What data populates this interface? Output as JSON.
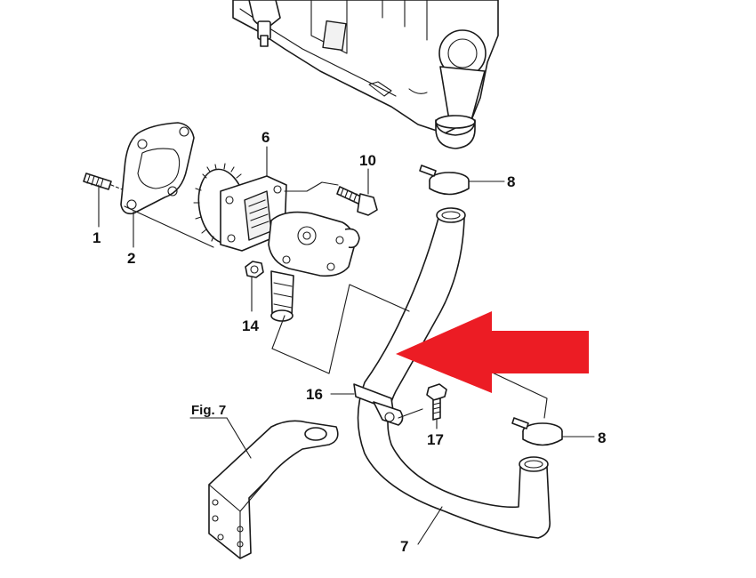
{
  "labels": {
    "p1": "1",
    "p2": "2",
    "p6": "6",
    "p10": "10",
    "p8_top": "8",
    "p8_bottom": "8",
    "p14": "14",
    "p16": "16",
    "p17": "17",
    "p7": "7",
    "fig": "Fig. 7"
  },
  "colors": {
    "arrow": "#ec1c24",
    "line": "#1a1a1a"
  }
}
